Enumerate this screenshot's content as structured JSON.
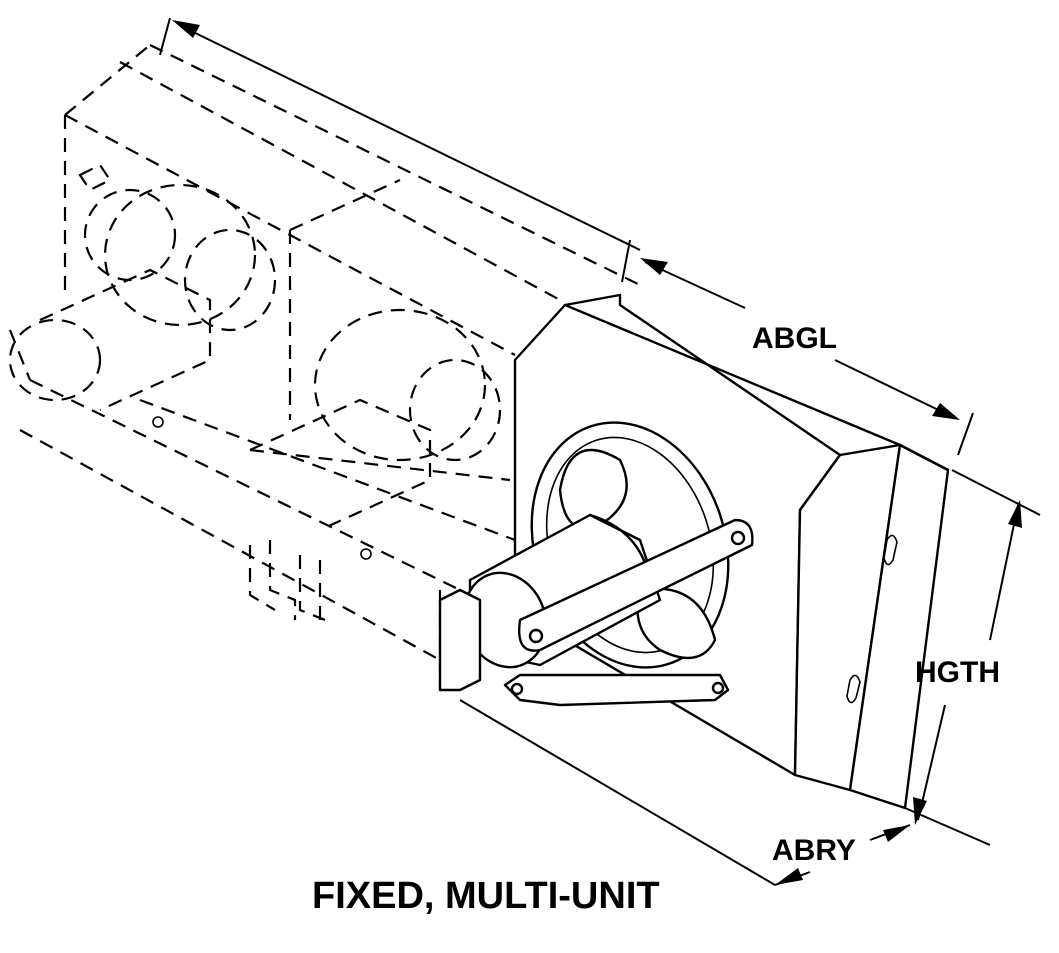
{
  "diagram": {
    "caption": "FIXED, MULTI-UNIT",
    "dimensions": {
      "length_label": "ABGL",
      "height_label": "HGTH",
      "depth_label": "ABRY"
    }
  },
  "colors": {
    "line": "#000000",
    "background": "#ffffff"
  }
}
